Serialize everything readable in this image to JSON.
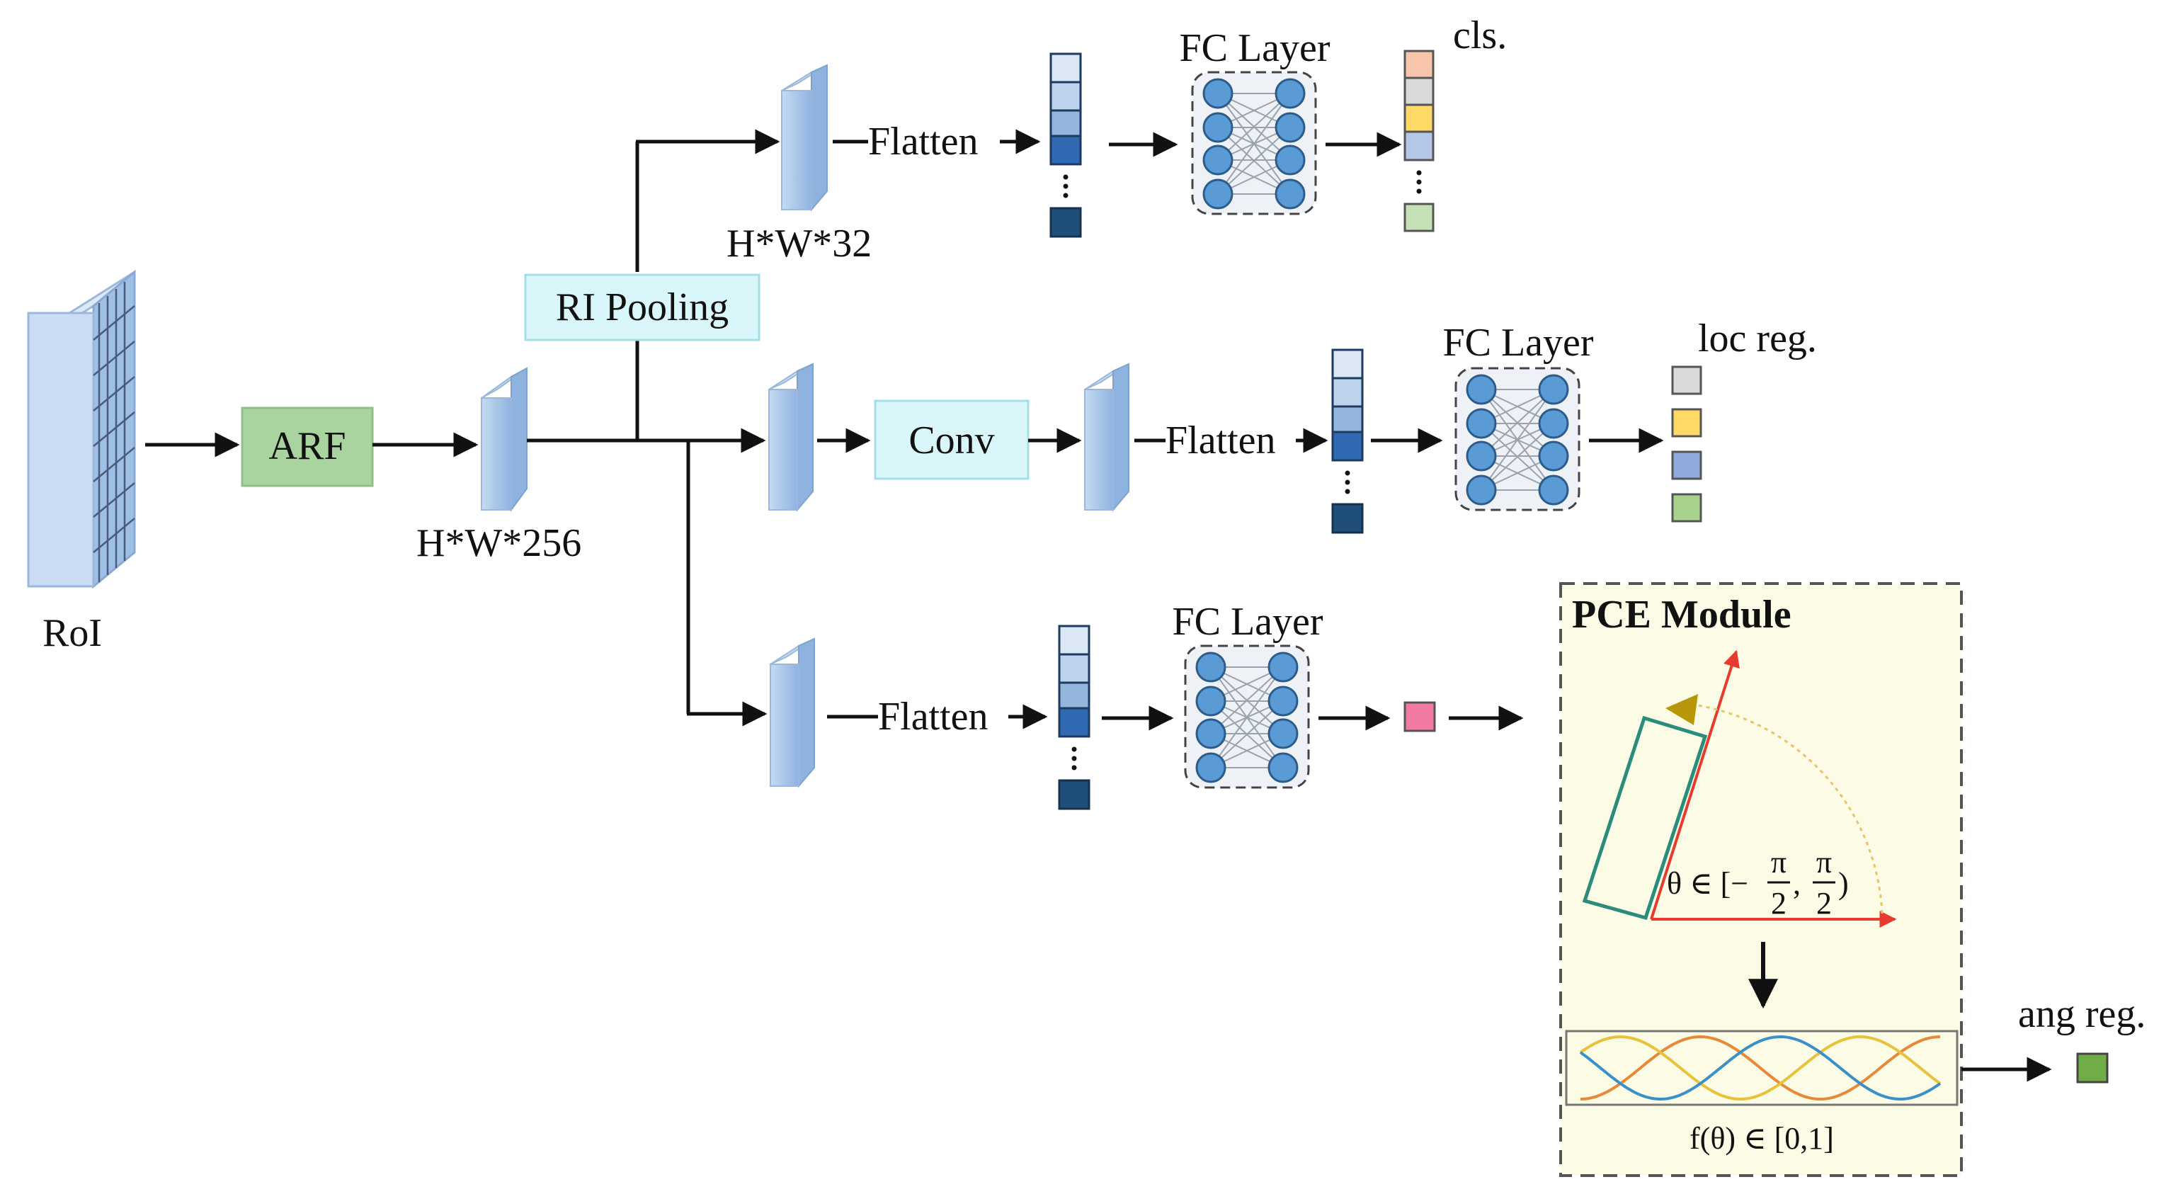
{
  "roi": {
    "label": "RoI"
  },
  "arf": {
    "label": "ARF"
  },
  "shared_feature": {
    "dims": "H*W*256"
  },
  "ri_pooling": {
    "label": "RI Pooling"
  },
  "branch_cls": {
    "feature_dims": "H*W*32",
    "flatten": "Flatten",
    "fc": "FC Layer",
    "output": "cls."
  },
  "branch_loc": {
    "conv": "Conv",
    "flatten": "Flatten",
    "fc": "FC Layer",
    "output": "loc reg."
  },
  "branch_ang": {
    "flatten": "Flatten",
    "fc": "FC Layer",
    "output": "ang reg."
  },
  "pce": {
    "title": "PCE Module",
    "theta": "θ ∈ [−π/2, π/2)",
    "theta_prefix": "θ ∈ [−",
    "pi": "π",
    "two": "2",
    "comma": ",",
    "close": ")",
    "function": "f(θ) ∈ [0,1]"
  },
  "colors": {
    "block_blue": "#a9c6e8",
    "arf_green": "#a9d4a0",
    "cyan_box": "#d9f7fa",
    "neuron": "#5b9bd5",
    "pce_bg": "#fbfbe6",
    "axis_red": "#e63b2e",
    "rect_teal": "#2a8c7a"
  }
}
